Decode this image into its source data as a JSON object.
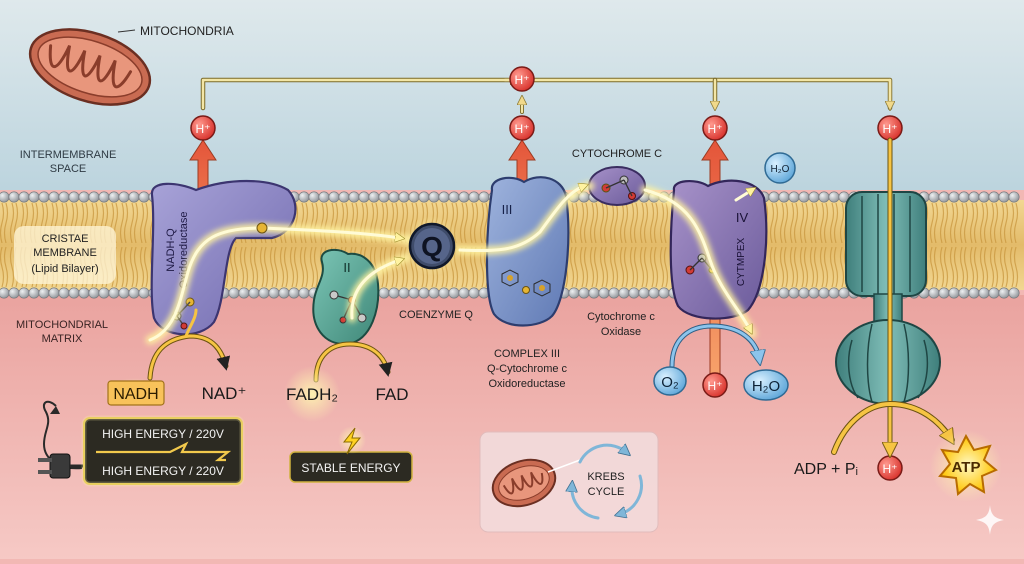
{
  "labels": {
    "mitochondria": "MITOCHONDRIA",
    "intermembrane_1": "INTERMEMBRANE",
    "intermembrane_2": "SPACE",
    "cristae_1": "CRISTAE",
    "cristae_2": "MEMBRANE",
    "cristae_3": "(Lipid Bilayer)",
    "matrix_1": "MITOCHONDRIAL",
    "matrix_2": "MATRIX",
    "complex1_name_1": "NADH-Q",
    "complex1_name_2": "Oxidoreductase",
    "complex2_numeral": "II",
    "complex3_numeral": "III",
    "complex4_numeral": "IV",
    "complex4_side": "CYTMPEX",
    "q_letter": "Q",
    "coenzyme_q": "COENZYME Q",
    "cytochrome_c": "CYTOCHROME C",
    "complex3_caption_1": "COMPLEX III",
    "complex3_caption_2": "Q-Cytochrome c",
    "complex3_caption_3": "Oxidoreductase",
    "complex4_caption_1": "Cytochrome c",
    "complex4_caption_2": "Oxidase",
    "nadh": "NADH",
    "nad_plus": "NAD⁺",
    "fadh2": "FADH₂",
    "fad": "FAD",
    "o2": "O₂",
    "h2o": "H₂O",
    "h2o_small": "H₂O",
    "adp_pi": "ADP + Pᵢ",
    "atp": "ATP",
    "h_plus": "H⁺",
    "high_energy_1": "HIGH ENERGY / 220V",
    "high_energy_2": "HIGH ENERGY / 220V",
    "stable_energy": "STABLE ENERGY",
    "krebs_1": "KREBS",
    "krebs_2": "CYCLE"
  },
  "colors": {
    "intermembrane_space": "#c9dbe3",
    "matrix": "#f2b8b4",
    "lipid_head": "#b9bcc0",
    "lipid_tail": "#e8c77a",
    "proton_red": "#e0413c",
    "proton_arrow": "#ef7f4a",
    "electron_path": "#fff6a8",
    "complex_purple": "#8e85c6",
    "complex_teal": "#4f9b8c",
    "atp_synthase": "#5d9a97",
    "atp_star": "#ffd21f",
    "nadh_box": "#f8c25a"
  }
}
